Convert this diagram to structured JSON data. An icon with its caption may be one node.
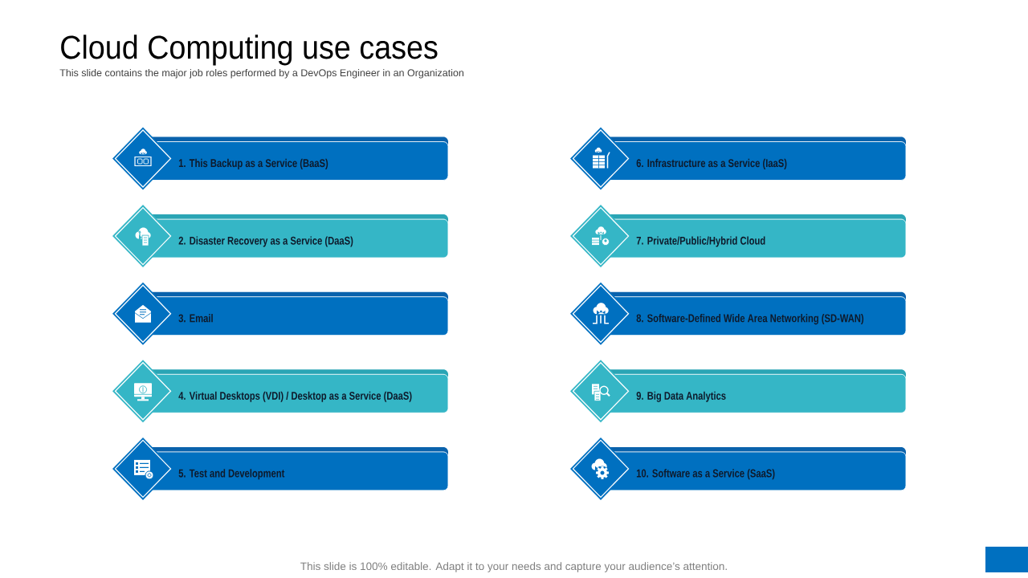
{
  "diagram": {
    "title": "Cloud Computing use cases",
    "nodes": [
      {
        "text": [
          "1. This Backup as a Service (BaaS)"
        ]
      },
      {
        "text": [
          "2. Disaster Recovery as a Service (DaaS)"
        ]
      },
      {
        "text": [
          "3. Email"
        ]
      },
      {
        "text": [
          "4. Virtual Desktops (VDI) / Desktop as a Service (DaaS)"
        ]
      },
      {
        "text": [
          "5. Test and Development"
        ]
      },
      {
        "text": [
          "6. Infrastructure as a Service (IaaS)"
        ]
      },
      {
        "text": [
          "7. Private/Public/Hybrid Cloud"
        ]
      },
      {
        "text": [
          "8. Software-Defined Wide Area Networking (SD-WAN)"
        ]
      },
      {
        "text": [
          "9. Big Data Analytics"
        ]
      },
      {
        "text": [
          "10. Software as a Service (SaaS)"
        ]
      }
    ],
    "labels": [
      "This slide contains the major job roles performed by a DevOps Engineer in an Organization",
      "This slide is 100% editable. Adapt it to your needs and capture your audience’s attention."
    ]
  }
}
